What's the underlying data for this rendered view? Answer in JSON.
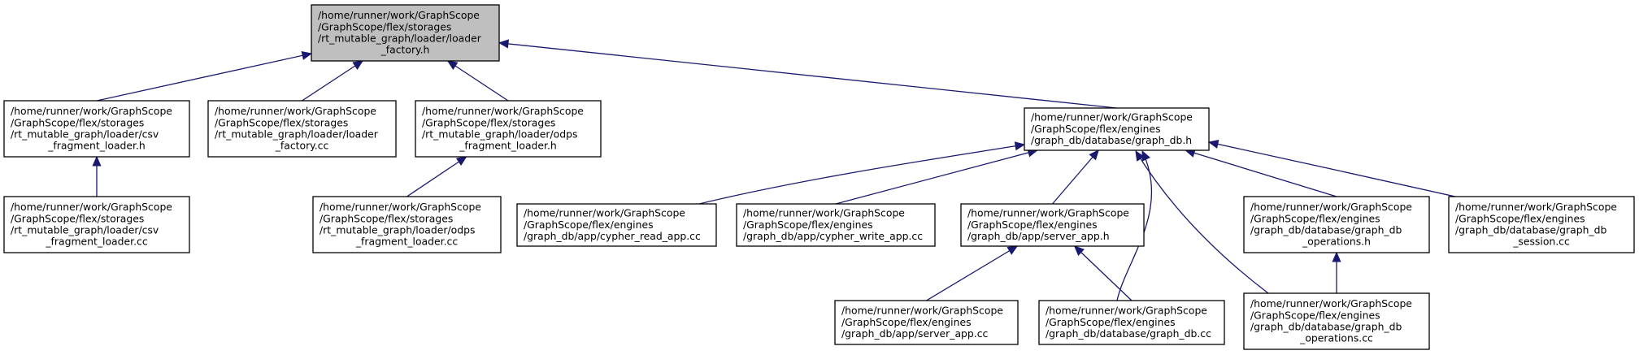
{
  "graph": {
    "nodes": [
      {
        "id": "root",
        "lines": [
          "/home/runner/work/GraphScope",
          "/GraphScope/flex/storages",
          "/rt_mutable_graph/loader/loader",
          "_factory.h"
        ]
      },
      {
        "id": "csv_loader_h",
        "lines": [
          "/home/runner/work/GraphScope",
          "/GraphScope/flex/storages",
          "/rt_mutable_graph/loader/csv",
          "_fragment_loader.h"
        ]
      },
      {
        "id": "loader_factory_cc",
        "lines": [
          "/home/runner/work/GraphScope",
          "/GraphScope/flex/storages",
          "/rt_mutable_graph/loader/loader",
          "_factory.cc"
        ]
      },
      {
        "id": "odps_loader_h",
        "lines": [
          "/home/runner/work/GraphScope",
          "/GraphScope/flex/storages",
          "/rt_mutable_graph/loader/odps",
          "_fragment_loader.h"
        ]
      },
      {
        "id": "graph_db_h",
        "lines": [
          "/home/runner/work/GraphScope",
          "/GraphScope/flex/engines",
          "/graph_db/database/graph_db.h"
        ]
      },
      {
        "id": "csv_loader_cc",
        "lines": [
          "/home/runner/work/GraphScope",
          "/GraphScope/flex/storages",
          "/rt_mutable_graph/loader/csv",
          "_fragment_loader.cc"
        ]
      },
      {
        "id": "odps_loader_cc",
        "lines": [
          "/home/runner/work/GraphScope",
          "/GraphScope/flex/storages",
          "/rt_mutable_graph/loader/odps",
          "_fragment_loader.cc"
        ]
      },
      {
        "id": "cypher_read_app_cc",
        "lines": [
          "/home/runner/work/GraphScope",
          "/GraphScope/flex/engines",
          "/graph_db/app/cypher_read_app.cc"
        ]
      },
      {
        "id": "cypher_write_app_cc",
        "lines": [
          "/home/runner/work/GraphScope",
          "/GraphScope/flex/engines",
          "/graph_db/app/cypher_write_app.cc"
        ]
      },
      {
        "id": "server_app_h",
        "lines": [
          "/home/runner/work/GraphScope",
          "/GraphScope/flex/engines",
          "/graph_db/app/server_app.h"
        ]
      },
      {
        "id": "graph_db_operations_h",
        "lines": [
          "/home/runner/work/GraphScope",
          "/GraphScope/flex/engines",
          "/graph_db/database/graph_db",
          "_operations.h"
        ]
      },
      {
        "id": "graph_db_session_cc",
        "lines": [
          "/home/runner/work/GraphScope",
          "/GraphScope/flex/engines",
          "/graph_db/database/graph_db",
          "_session.cc"
        ]
      },
      {
        "id": "server_app_cc",
        "lines": [
          "/home/runner/work/GraphScope",
          "/GraphScope/flex/engines",
          "/graph_db/app/server_app.cc"
        ]
      },
      {
        "id": "graph_db_cc",
        "lines": [
          "/home/runner/work/GraphScope",
          "/GraphScope/flex/engines",
          "/graph_db/database/graph_db.cc"
        ]
      },
      {
        "id": "graph_db_operations_cc",
        "lines": [
          "/home/runner/work/GraphScope",
          "/GraphScope/flex/engines",
          "/graph_db/database/graph_db",
          "_operations.cc"
        ]
      }
    ],
    "edges": [
      {
        "from": "root",
        "to": "csv_loader_h"
      },
      {
        "from": "root",
        "to": "loader_factory_cc"
      },
      {
        "from": "root",
        "to": "odps_loader_h"
      },
      {
        "from": "root",
        "to": "graph_db_h"
      },
      {
        "from": "csv_loader_h",
        "to": "csv_loader_cc"
      },
      {
        "from": "odps_loader_h",
        "to": "odps_loader_cc"
      },
      {
        "from": "graph_db_h",
        "to": "cypher_read_app_cc"
      },
      {
        "from": "graph_db_h",
        "to": "cypher_write_app_cc"
      },
      {
        "from": "graph_db_h",
        "to": "server_app_h"
      },
      {
        "from": "graph_db_h",
        "to": "graph_db_cc"
      },
      {
        "from": "graph_db_h",
        "to": "graph_db_operations_cc"
      },
      {
        "from": "graph_db_h",
        "to": "graph_db_operations_h"
      },
      {
        "from": "graph_db_h",
        "to": "graph_db_session_cc"
      },
      {
        "from": "server_app_h",
        "to": "server_app_cc"
      },
      {
        "from": "server_app_h",
        "to": "graph_db_cc"
      },
      {
        "from": "graph_db_operations_h",
        "to": "graph_db_operations_cc"
      }
    ],
    "colors": {
      "edge": "#191970",
      "root_fill": "#bfbfbf",
      "node_fill": "#ffffff",
      "border": "#000000"
    }
  }
}
